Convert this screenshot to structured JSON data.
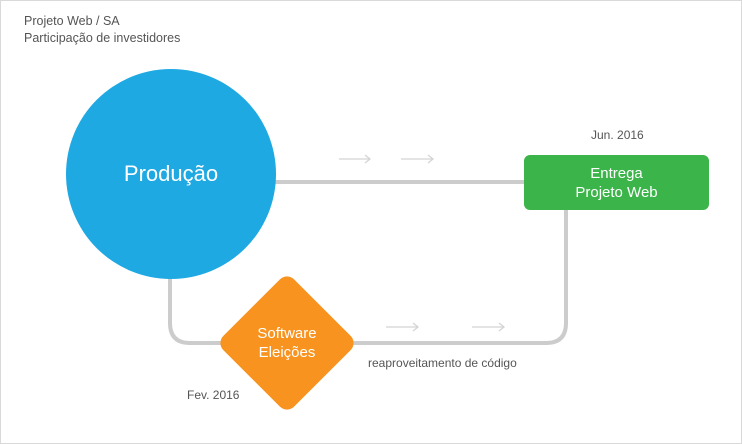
{
  "title": {
    "line1": "Projeto Web / SA",
    "line2": "Participação de investidores"
  },
  "nodes": {
    "producao": {
      "label": "Produção",
      "color": "#1fa9e3"
    },
    "entrega": {
      "line1": "Entrega",
      "line2": "Projeto Web",
      "color": "#3bb44a"
    },
    "software": {
      "line1": "Software",
      "line2": "Eleições",
      "color": "#f7931e"
    }
  },
  "dates": {
    "entrega": "Jun. 2016",
    "software": "Fev. 2016"
  },
  "edges": {
    "reuse_label": "reaproveitamento de código"
  },
  "colors": {
    "connector": "#cccccc",
    "arrow": "#d4d4d4"
  }
}
